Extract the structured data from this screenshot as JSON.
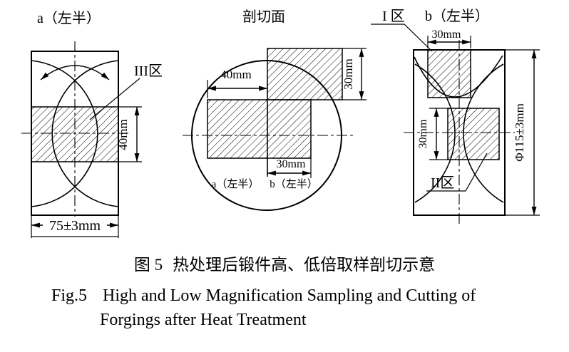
{
  "figures": {
    "a": {
      "title": "a（左半）",
      "zone_label": "III区",
      "band_height": "40mm",
      "width_dim": "75±3mm"
    },
    "section": {
      "title": "剖切面",
      "a_sample_width": "40mm",
      "top_sample_height": "30mm",
      "b_sample_width": "30mm",
      "label_a": "a（左半）",
      "label_b": "b（左半）"
    },
    "b": {
      "title": "b（左半）",
      "zone1_label": "I 区",
      "zone2_label": "II区",
      "top_width": "30mm",
      "square_height": "30mm",
      "diameter": "Φ115±3mm"
    }
  },
  "caption": {
    "zh_prefix": "图 5",
    "zh_text": "热处理后锻件高、低倍取样剖切示意",
    "en_prefix": "Fig.5",
    "en_line1": "High and Low Magnification Sampling and Cutting of",
    "en_line2": "Forgings after Heat Treatment"
  },
  "colors": {
    "ink": "#000000",
    "background": "#ffffff"
  }
}
